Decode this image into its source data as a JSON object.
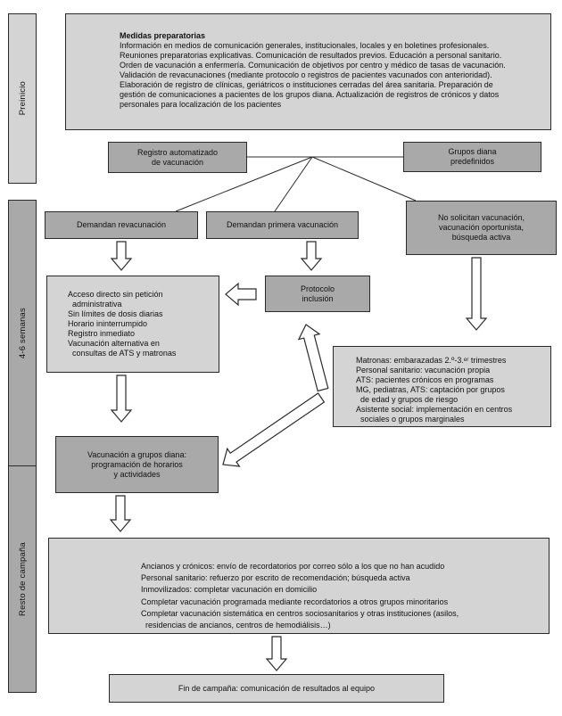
{
  "colors": {
    "background": "#ffffff",
    "box_light": "#d4d4d4",
    "box_medium": "#a9a9a9",
    "border": "#2a2a2a",
    "text": "#111111",
    "arrow_fill": "#ffffff"
  },
  "sidebar": {
    "preinicio": "Preinicio",
    "semanas": "4-6 semanas",
    "resto": "Resto de campaña"
  },
  "boxes": {
    "medidas": {
      "title": "Medidas preparatorias",
      "lines": [
        "Información en medios de comunicación generales, institucionales, locales y en boletines profesionales.",
        "Reuniones preparatorias explicativas. Comunicación de resultados previos. Educación a personal sanitario.",
        "Orden de vacunación a enfermería. Comunicación de objetivos por centro y médico de tasas de vacunación.",
        "Validación de revacunaciones (mediante protocolo o registros de pacientes vacunados con anterioridad).",
        "Elaboración de registro de clínicas, geriátricos o instituciones cerradas del área sanitaria. Preparación de",
        "gestión de comunicaciones a pacientes de los grupos diana. Actualización de registros de crónicos y datos",
        "personales para localización de los pacientes"
      ]
    },
    "registro": {
      "lines": [
        "Registro automatizado",
        "de vacunación"
      ]
    },
    "grupos_diana": {
      "lines": [
        "Grupos diana",
        "predefinidos"
      ]
    },
    "demandan_revacunacion": {
      "label": "Demandan revacunación"
    },
    "demandan_primera": {
      "label": "Demandan primera vacunación"
    },
    "no_solicitan": {
      "lines": [
        "No solicitan vacunación,",
        "vacunación oportunista,",
        "búsqueda activa"
      ]
    },
    "acceso_directo": {
      "lines": [
        "Acceso directo sin petición",
        "  administrativa",
        "Sin límites de dosis diarias",
        "Horario ininterrumpido",
        "Registro inmediato",
        "Vacunación alternativa en",
        "  consultas de ATS y matronas"
      ]
    },
    "protocolo": {
      "lines": [
        "Protocolo",
        "inclusión"
      ]
    },
    "matronas": {
      "lines": [
        "Matronas: embarazadas 2.º-3.ᵉʳ trimestres",
        "Personal sanitario: vacunación propia",
        "ATS: pacientes crónicos en programas",
        "MG, pediatras, ATS: captación por grupos",
        "  de edad y grupos de riesgo",
        "Asistente social: implementación en centros",
        "  sociales o grupos marginales"
      ]
    },
    "vacunacion_grupos": {
      "lines": [
        "Vacunación a grupos diana:",
        "programación de horarios",
        "y actividades"
      ]
    },
    "resto_campana": {
      "lines": [
        "Ancianos y crónicos: envío de recordatorios por correo sólo a los que no han acudido",
        "Personal sanitario: refuerzo por escrito de recomendación; búsqueda activa",
        "Inmovilizados: completar vacunación en domicilio",
        "Completar vacunación programada mediante recordatorios a otros grupos minoritarios",
        "Completar vacunación sistemática en centros sociosanitarios y otras instituciones (asilos,",
        "  residencias de ancianos, centros de hemodiálisis…)"
      ]
    },
    "fin_campana": {
      "label": "Fin de campaña: comunicación de resultados al equipo"
    }
  }
}
